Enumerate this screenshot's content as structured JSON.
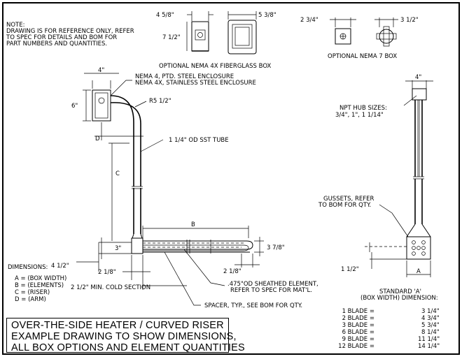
{
  "note": {
    "heading": "NOTE:",
    "lines": [
      "DRAWING IS FOR REFERENCE ONLY, REFER",
      "TO SPEC FOR DETAILS AND BOM FOR",
      "PART NUMBERS AND QUANTITIES."
    ]
  },
  "fiberglass_box": {
    "caption": "OPTIONAL NEMA 4X FIBERGLASS BOX",
    "dim_width": "4 5/8\"",
    "dim_height": "7 1/2\"",
    "dim_depth": "5 3/8\""
  },
  "nema7_box": {
    "caption": "OPTIONAL NEMA 7 BOX",
    "dim_left": "2 3/4\"",
    "dim_right": "3 1/2\""
  },
  "side_view": {
    "dim_box_width": "4\"",
    "dim_box_height": "6\"",
    "enclosure_line1": "NEMA 4, PTD. STEEL ENCLOSURE",
    "enclosure_line2": "NEMA 4X, STAINLESS STEEL ENCLOSURE",
    "radius": "R5 1/2\"",
    "tube": "1 1/4\" OD SST TUBE",
    "label_d": "D",
    "label_c": "C",
    "label_b": "B",
    "dim_3": "3\"",
    "dim_4_half": "4 1/2\"",
    "dim_2_1_8_left": "2 1/8\"",
    "dim_3_7_8": "3 7/8\"",
    "dim_2_1_8_right": "2 1/8\"",
    "cold_section": "2 1/2\" MIN. COLD SECTION",
    "element_line1": ".475\"OD SHEATHED ELEMENT,",
    "element_line2": "REFER TO SPEC FOR MAT'L.",
    "spacer": "SPACER, TYP., SEE BOM FOR QTY."
  },
  "end_view": {
    "dim_width": "4\"",
    "hub_line1": "NPT HUB SIZES:",
    "hub_line2": "3/4\", 1\", 1 1/14\"",
    "gusset_line1": "GUSSETS, REFER",
    "gusset_line2": "TO BOM FOR QTY.",
    "dim_1_half": "1 1/2\"",
    "label_a": "A"
  },
  "dimensions": {
    "heading": "DIMENSIONS:",
    "items": [
      "A = (BOX WIDTH)",
      "B = (ELEMENTS)",
      "C = (RISER)",
      "D = (ARM)"
    ]
  },
  "standard_a": {
    "heading1": "STANDARD 'A'",
    "heading2": "(BOX WIDTH)  DIMENSION:",
    "rows": [
      {
        "blades": "1 BLADE =",
        "value": "3 1/4\""
      },
      {
        "blades": "2 BLADE =",
        "value": "4 3/4\""
      },
      {
        "blades": "3 BLADE =",
        "value": "5 3/4\""
      },
      {
        "blades": "6 BLADE =",
        "value": "8 1/4\""
      },
      {
        "blades": "9 BLADE =",
        "value": "11 1/4\""
      },
      {
        "blades": "12 BLADE =",
        "value": "14 1/4\""
      }
    ]
  },
  "title_block": {
    "lines": [
      "OVER-THE-SIDE HEATER / CURVED RISER",
      "EXAMPLE DRAWING TO SHOW DIMENSIONS,",
      "ALL BOX OPTIONS AND ELEMENT QUANTITIES"
    ]
  }
}
